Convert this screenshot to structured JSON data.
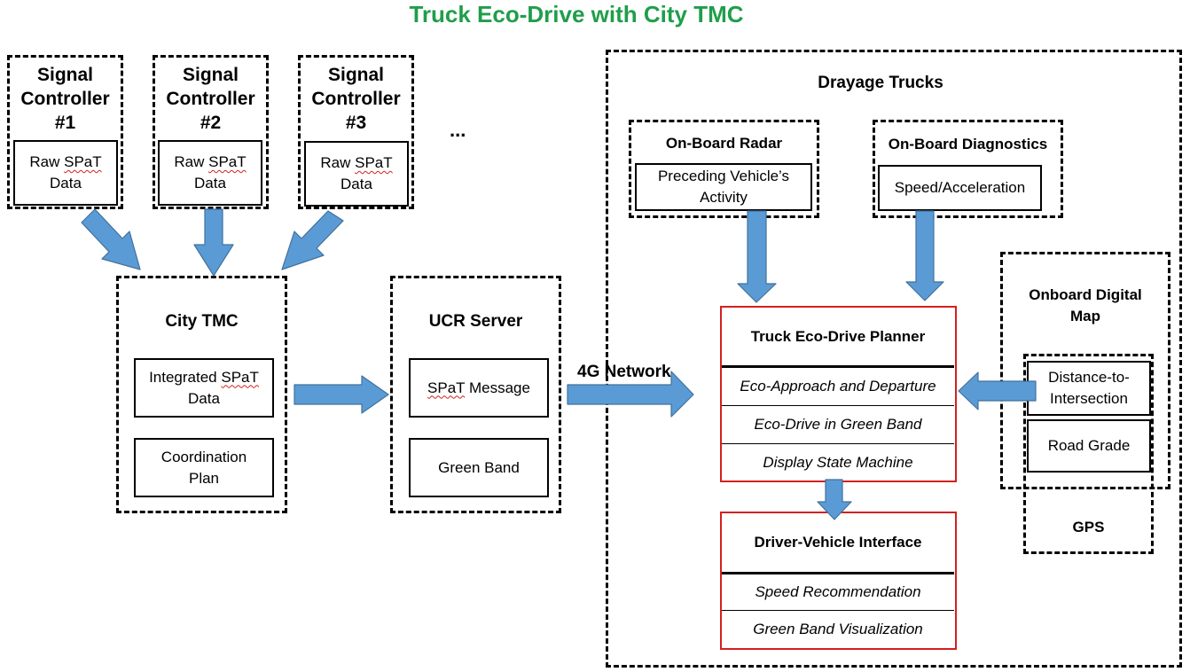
{
  "title": "Truck Eco-Drive with City TMC",
  "controllers": [
    {
      "line1": "Signal",
      "line2": "Controller",
      "line3": "#1",
      "data_a": "Raw",
      "data_b": "SPaT",
      "data_c": "Data"
    },
    {
      "line1": "Signal",
      "line2": "Controller",
      "line3": "#2",
      "data_a": "Raw",
      "data_b": "SPaT",
      "data_c": "Data"
    },
    {
      "line1": "Signal",
      "line2": "Controller",
      "line3": "#3",
      "data_a": "Raw",
      "data_b": "SPaT",
      "data_c": "Data"
    }
  ],
  "ellipsis": "...",
  "city_tmc": {
    "title": "City TMC",
    "integrated_a": "Integrated",
    "integrated_b": "SPaT",
    "integrated_c": "Data",
    "coordination_a": "Coordination",
    "coordination_b": "Plan"
  },
  "ucr_server": {
    "title": "UCR Server",
    "spat_a": "SPaT",
    "spat_b": "Message",
    "green_band": "Green Band"
  },
  "network_label": "4G Network",
  "drayage": {
    "title": "Drayage Trucks",
    "radar_title": "On-Board Radar",
    "radar_item_a": "Preceding Vehicle’s",
    "radar_item_b": "Activity",
    "diag_title": "On-Board Diagnostics",
    "diag_item": "Speed/Acceleration",
    "map_title_a": "Onboard Digital",
    "map_title_b": "Map",
    "map_item1_a": "Distance-to-",
    "map_item1_b": "Intersection",
    "map_item2": "Road Grade",
    "gps": "GPS",
    "planner": {
      "title": "Truck Eco-Drive Planner",
      "rows": [
        "Eco-Approach and Departure",
        "Eco-Drive in Green Band",
        "Display State Machine"
      ]
    },
    "dvi": {
      "title": "Driver-Vehicle Interface",
      "rows": [
        "Speed Recommendation",
        "Green Band Visualization"
      ]
    }
  },
  "colors": {
    "title": "#1f9e4a",
    "arrow_fill": "#5b9bd5",
    "arrow_stroke": "#41719c",
    "highlight_border": "#d42020"
  }
}
